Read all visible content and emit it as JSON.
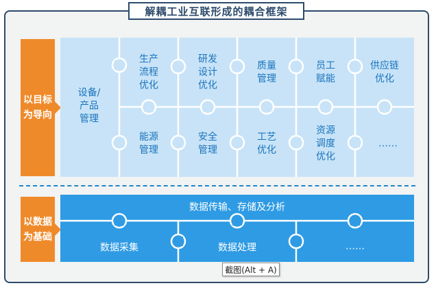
{
  "title": "解耦工业互联形成的耦合框架",
  "side_labels": {
    "goal": "以目标\n为导向",
    "data": "以数据\n为基础"
  },
  "goal_cells": {
    "device": "设备/\n产品\n管理",
    "production": "生产\n流程\n优化",
    "rnd": "研发\n设计\n优化",
    "quality": "质量\n管理",
    "staff": "员工\n赋能",
    "supply": "供应链\n优化",
    "energy": "能源\n管理",
    "safety": "安全\n管理",
    "process": "工艺\n优化",
    "resource": "资源\n调度\n优化",
    "more": "……"
  },
  "data_cells": {
    "transfer": "数据传输、存储及分析",
    "collect": "数据采集",
    "processing": "数据处理",
    "more": "……"
  },
  "tooltip": "截图(Alt + A)",
  "colors": {
    "frame_border": "#2c4a6a",
    "side_orange": "#ef8a2a",
    "puzzle_light": "#c8e3f7",
    "puzzle_line": "#ffffff",
    "data_blue": "#2e9be4",
    "label_blue": "#1a74bd"
  }
}
